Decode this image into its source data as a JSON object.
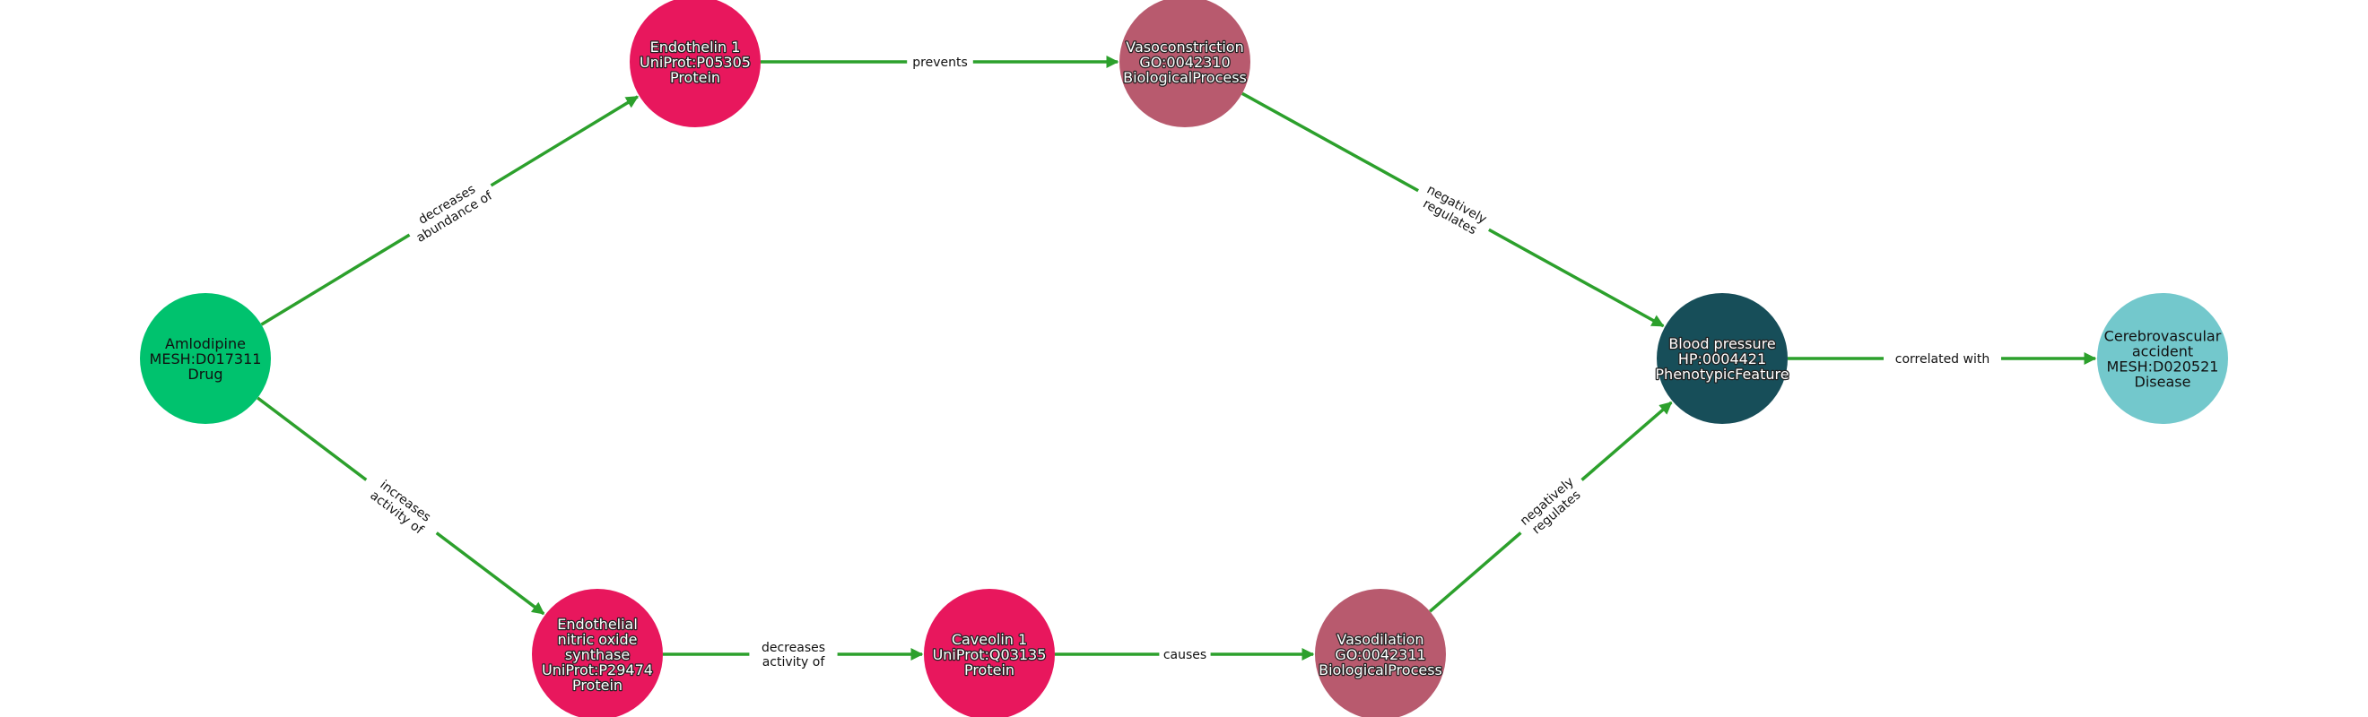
{
  "nodes": [
    {
      "id": "amlodipine",
      "lines": [
        "Amlodipine",
        "MESH:D017311",
        "Drug"
      ],
      "color": "#00c26e",
      "text": "dark"
    },
    {
      "id": "edn1",
      "lines": [
        "Endothelin 1",
        "UniProt:P05305",
        "Protein"
      ],
      "color": "#e8175d",
      "text": "light"
    },
    {
      "id": "vasoconstriction",
      "lines": [
        "Vasoconstriction",
        "GO:0042310",
        "BiologicalProcess"
      ],
      "color": "#b85a6e",
      "text": "light"
    },
    {
      "id": "bp",
      "lines": [
        "Blood pressure",
        "HP:0004421",
        "PhenotypicFeature"
      ],
      "color": "#174e59",
      "text": "light"
    },
    {
      "id": "stroke",
      "lines": [
        "Cerebrovascular",
        "accident",
        "MESH:D020521",
        "Disease"
      ],
      "color": "#73c8cc",
      "text": "dark"
    },
    {
      "id": "enos",
      "lines": [
        "Endothelial",
        "nitric oxide",
        "synthase",
        "UniProt:P29474",
        "Protein"
      ],
      "color": "#e8175d",
      "text": "light"
    },
    {
      "id": "cav1",
      "lines": [
        "Caveolin 1",
        "UniProt:Q03135",
        "Protein"
      ],
      "color": "#e8175d",
      "text": "light"
    },
    {
      "id": "vasodilation",
      "lines": [
        "Vasodilation",
        "GO:0042311",
        "BiologicalProcess"
      ],
      "color": "#b85a6e",
      "text": "light"
    }
  ],
  "edges": [
    {
      "source": "amlodipine",
      "target": "edn1",
      "label_lines": [
        "decreases",
        "abundance of"
      ]
    },
    {
      "source": "edn1",
      "target": "vasoconstriction",
      "label_lines": [
        "prevents"
      ]
    },
    {
      "source": "vasoconstriction",
      "target": "bp",
      "label_lines": [
        "negatively",
        "regulates"
      ]
    },
    {
      "source": "bp",
      "target": "stroke",
      "label_lines": [
        "correlated with"
      ]
    },
    {
      "source": "amlodipine",
      "target": "enos",
      "label_lines": [
        "increases",
        "activity of"
      ]
    },
    {
      "source": "enos",
      "target": "cav1",
      "label_lines": [
        "decreases",
        "activity of"
      ]
    },
    {
      "source": "cav1",
      "target": "vasodilation",
      "label_lines": [
        "causes"
      ]
    },
    {
      "source": "vasodilation",
      "target": "bp",
      "label_lines": [
        "negatively",
        "regulates"
      ]
    }
  ],
  "colors": {
    "edge": "#2ca02c",
    "background": "#ffffff"
  }
}
